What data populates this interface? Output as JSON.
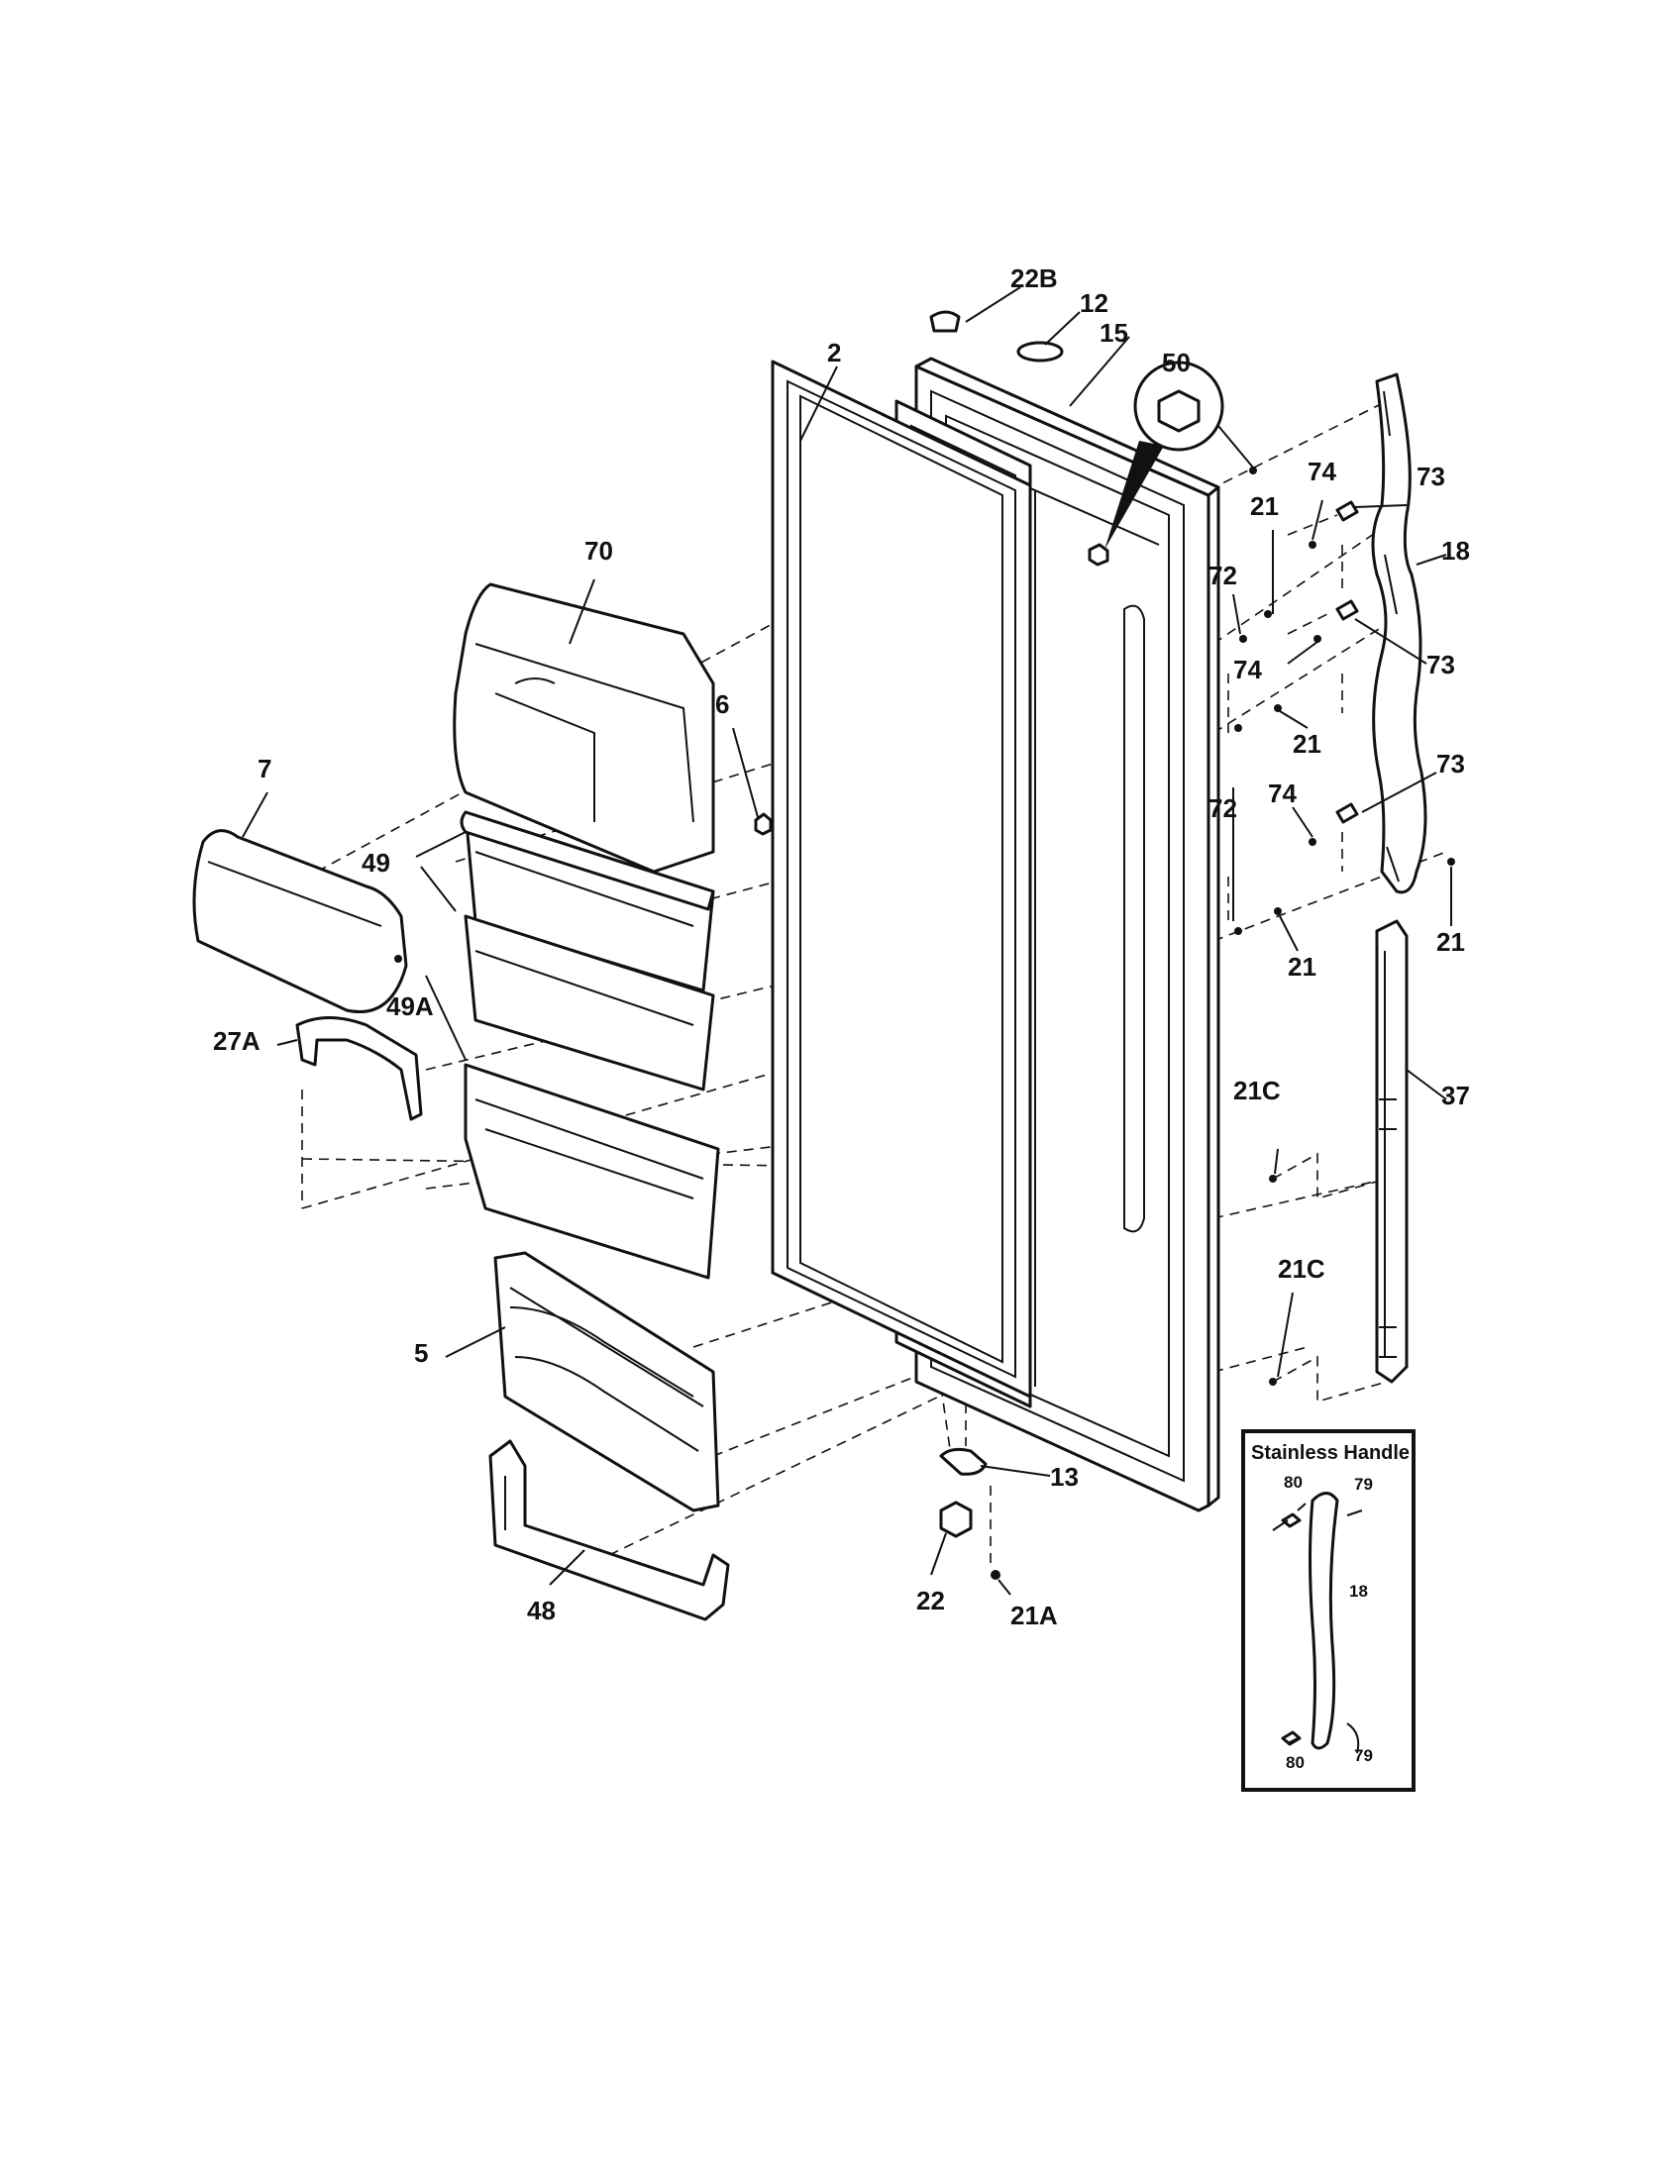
{
  "inset": {
    "title": "Stainless Handle",
    "labels": {
      "top_left": "80",
      "top_right": "79",
      "middle": "18",
      "bottom_left": "80",
      "bottom_right": "79"
    }
  },
  "callouts": {
    "c22B": "22B",
    "c12": "12",
    "c15": "15",
    "c2": "2",
    "c50": "50",
    "c74a": "74",
    "c73a": "73",
    "c21a": "21",
    "c18": "18",
    "c72a": "72",
    "c74b": "74",
    "c73b": "73",
    "c21b": "21",
    "c72b": "72",
    "c74c": "74",
    "c73c": "73",
    "c21c": "21",
    "c21d": "21",
    "c37": "37",
    "c21Ca": "21C",
    "c21Cb": "21C",
    "c70": "70",
    "c6": "6",
    "c7": "7",
    "c49": "49",
    "c49A": "49A",
    "c27A": "27A",
    "c5": "5",
    "c48": "48",
    "c13": "13",
    "c22": "22",
    "c21A": "21A"
  }
}
